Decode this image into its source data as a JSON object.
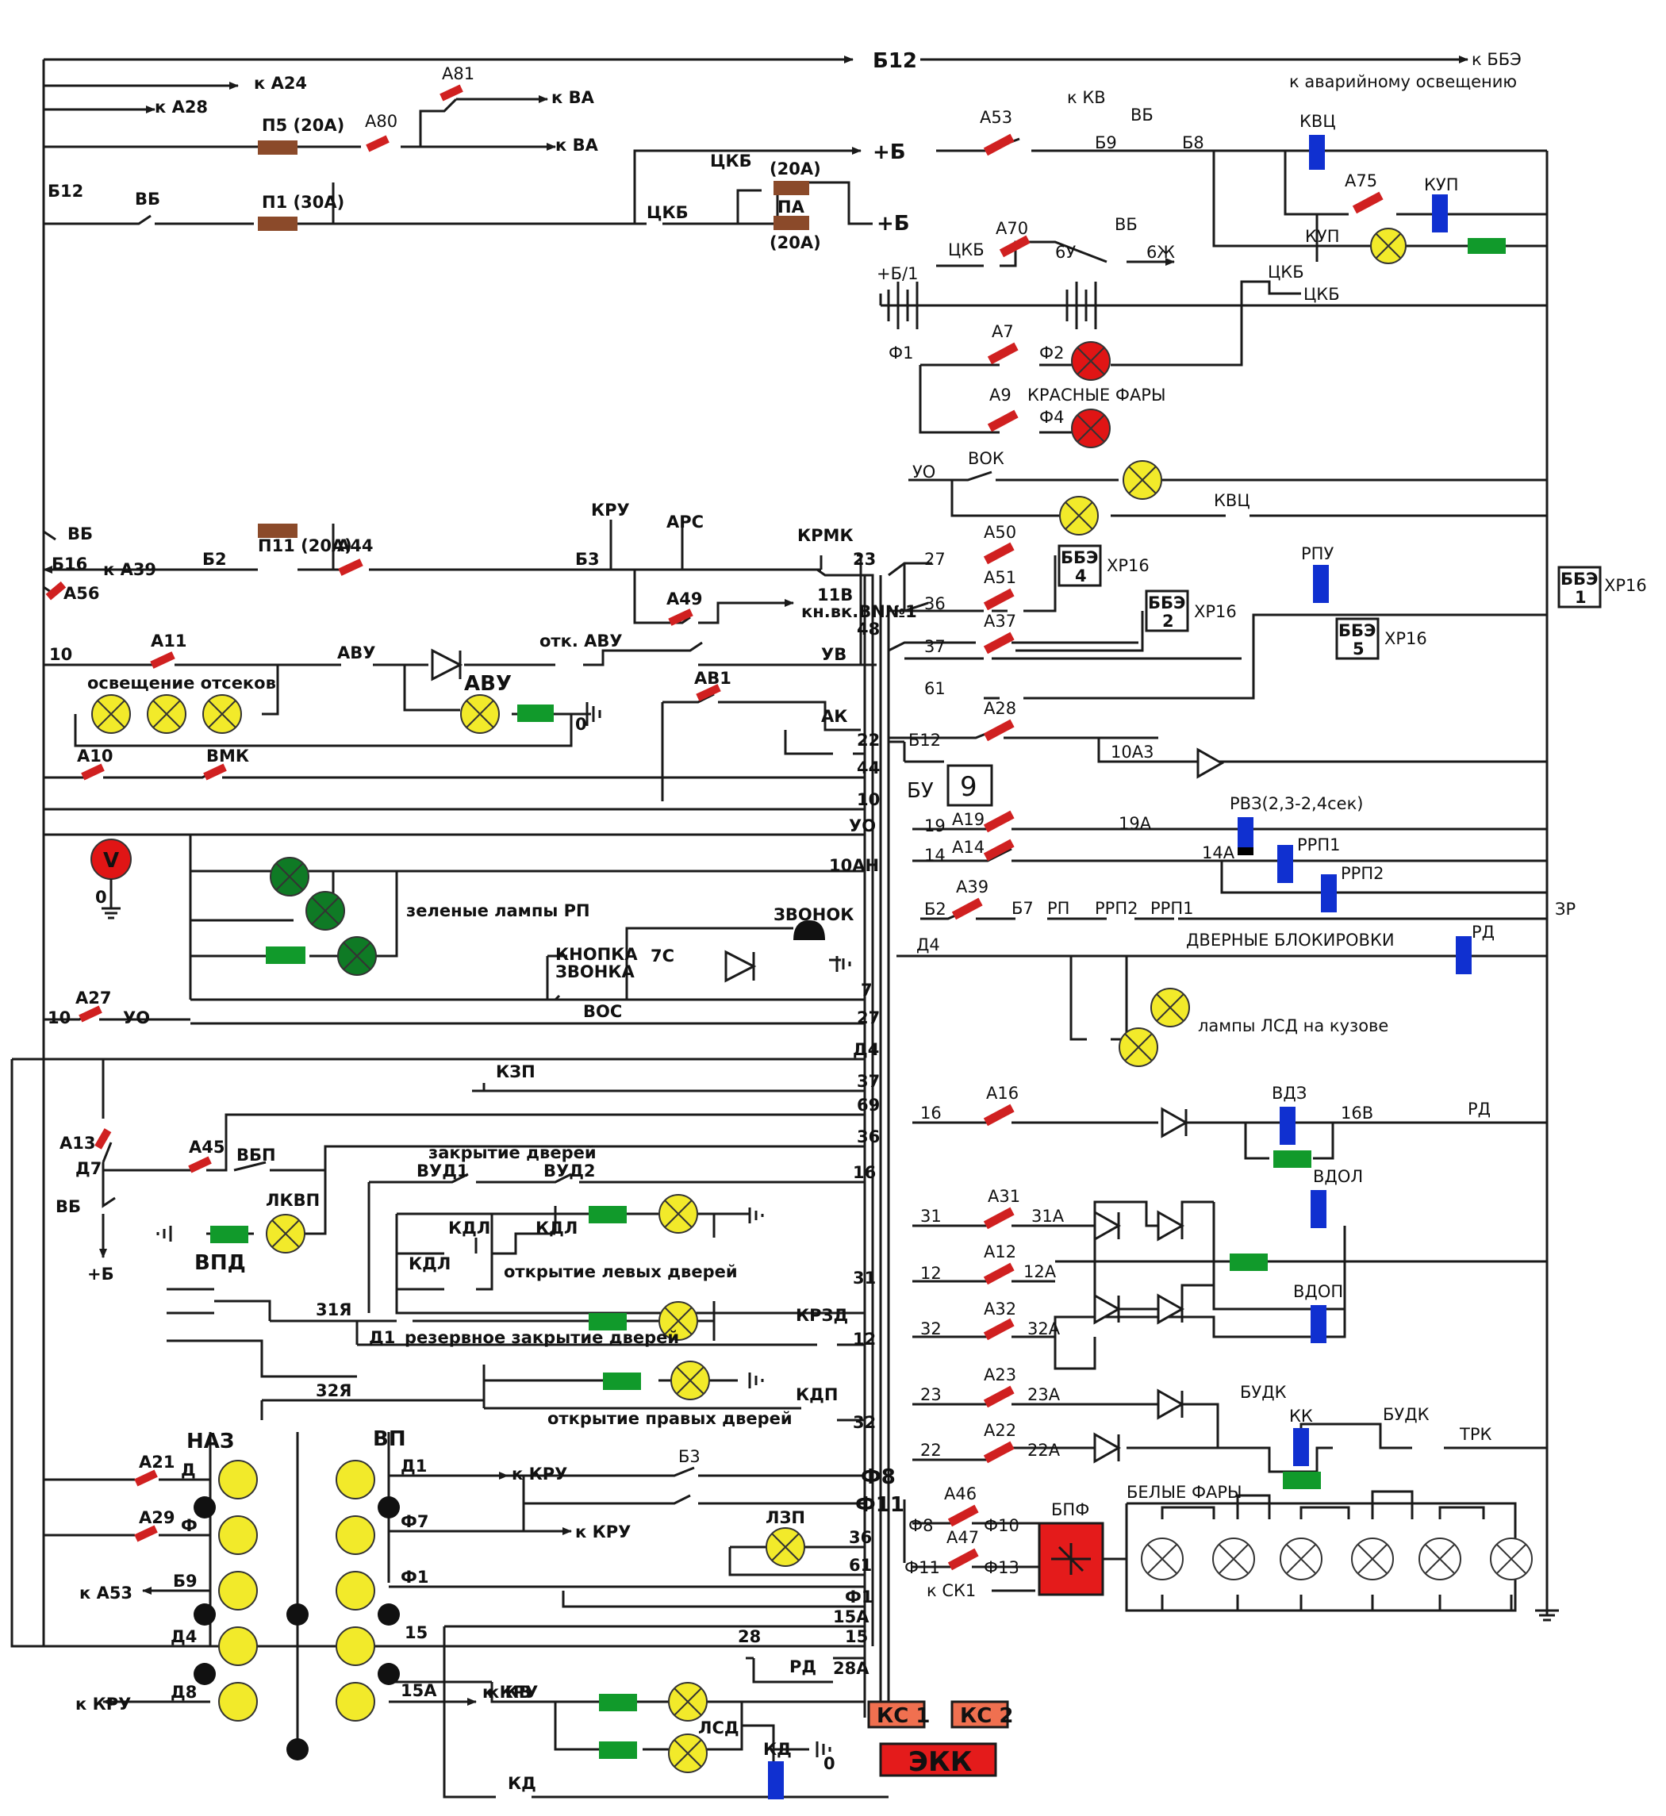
{
  "colors": {
    "wire": "#1a1a1a",
    "fuse": "#8b4a2a",
    "breaker": "#d02020",
    "relay_coil": "#1030d0",
    "green": "#119a2b",
    "lamp_yellow": "#f2ea2a",
    "lamp_red": "#e01515",
    "lamp_green": "#0f7a25",
    "block_red": "#e41b1b",
    "ks_box": "#f07050"
  },
  "top": {
    "b12": "Б12",
    "bbe": "к ББЭ",
    "emergency": "к аварийному освещению",
    "k_a24": "к А24",
    "k_a28": "к А28",
    "a81": "А81",
    "k_va1": "к ВА",
    "k_va2": "к ВА",
    "p5": "П5 (20А)",
    "a80": "А80",
    "b12_left": "Б12",
    "vb": "ВБ",
    "p1": "П1 (30А)",
    "tskb1": "ЦКБ",
    "tskb2": "ЦКБ",
    "f20a1": "(20А)",
    "pa": "ПА",
    "f20a2": "(20А)",
    "plus_b1": "+Б",
    "plus_b2": "+Б"
  },
  "right_top": {
    "a53": "А53",
    "k_kv": "к КВ",
    "vb": "ВБ",
    "b9": "Б9",
    "b8": "Б8",
    "kvts": "КВЦ",
    "a75": "А75",
    "kup1": "КУП",
    "kup2": "КУП",
    "a70": "А70",
    "tskb3": "ЦКБ",
    "vb2": "ВБ",
    "6u": "6У",
    "6zh": "6Ж",
    "plus_b1": "+Б/1",
    "tskb4": "ЦКБ",
    "tskb5": "ЦКБ",
    "f1": "Ф1",
    "a7": "А7",
    "f2": "Ф2",
    "a9": "А9",
    "red_lights": "КРАСНЫЕ ФАРЫ",
    "f4": "Ф4",
    "uo": "УО",
    "vok": "ВОК",
    "kvts2": "КВЦ"
  },
  "left_mid": {
    "vb": "ВБ",
    "b16": "Б16",
    "a56": "А56",
    "b2": "Б2",
    "p11": "П11 (20А)",
    "a44": "А44",
    "k_a39": "к А39",
    "kru": "КРУ",
    "ars": "АРС",
    "b3": "Б3",
    "krmk": "КРМК",
    "a49": "А49",
    "11v": "11В",
    "knvk": "кн.вк.ВN№1",
    "w23": "23",
    "w48": "48",
    "uv": "УВ",
    "w10a": "10",
    "a11": "А11",
    "avu1": "АВУ",
    "otk_avu": "отк. АВУ",
    "avu2": "АВУ",
    "compartment": "освещение отсеков",
    "ground0": "0",
    "av1": "АВ1",
    "ak": "АК",
    "w22": "22",
    "a10": "А10",
    "vmk": "ВМК",
    "w44": "44",
    "w10b": "10",
    "uo": "УО",
    "voltmeter": "V",
    "v0": "0",
    "w10ah": "10АН",
    "green_lamps": "зеленые лампы РП",
    "zvonok": "ЗВОНОК",
    "knopka": "КНОПКА",
    "zvonka": "ЗВОНКА",
    "7c": "7С",
    "w7": "7",
    "vos": "ВОС",
    "w10c": "10",
    "a27": "А27",
    "uo2": "УО",
    "w27": "27",
    "d4": "Д4"
  },
  "door": {
    "kzp": "КЗП",
    "w37": "37",
    "w69": "69",
    "w36": "36",
    "a13": "А13",
    "d7": "Д7",
    "a45": "А45",
    "vbp": "ВБП",
    "close_doors": "закрытие дверей",
    "vud1": "ВУД1",
    "vud2": "ВУД2",
    "w16": "16",
    "vb": "ВБ",
    "plus_b": "+Б",
    "lkvp": "ЛКВП",
    "kdl1": "КДЛ",
    "kdl2": "КДЛ",
    "kdl3": "КДЛ",
    "open_left": "открытие левых дверей",
    "w31": "31",
    "vpd": "ВПД",
    "31ya": "31Я",
    "d1": "Д1",
    "reserve_close": "резервное закрытие дверей",
    "krzd": "КРЗД",
    "w12": "12",
    "32ya": "32Я",
    "open_right": "открытие правых дверей",
    "kdp": "КДП",
    "w32": "32"
  },
  "bottom": {
    "naz": "НАЗ",
    "vp": "ВП",
    "a21": "А21",
    "d": "Д",
    "a29": "А29",
    "f": "Ф",
    "k_a53": "к А53",
    "b9": "Б9",
    "d4": "Д4",
    "d8": "Д8",
    "k_kru1": "к КРУ",
    "d1": "Д1",
    "k_kru2": "к КРУ",
    "f7": "Ф7",
    "f1": "Ф1",
    "w15": "15",
    "w15a": "15А",
    "k_kru3": "к КРУ",
    "k_kru4": "к КРУ",
    "b3": "Б3",
    "f8": "Ф8",
    "f11": "Ф11",
    "lzp": "ЛЗП",
    "w36": "36",
    "w61": "61",
    "f1b": "Ф1",
    "w15a2": "15А",
    "w15b": "15",
    "w28": "28",
    "rd": "РД",
    "w28a": "28А",
    "k_kv": "к КВ",
    "lsd": "ЛСД",
    "kd1": "КД",
    "kd2": "КД",
    "ground0": "0",
    "ks1": "КС 1",
    "ks2": "КС 2",
    "ekk": "ЭКК"
  },
  "right_mid": {
    "w27": "27",
    "a50": "А50",
    "bbe4": "ББЭ",
    "n4": "4",
    "xp16a": "ХР16",
    "w36": "36",
    "a51": "А51",
    "bbe2": "ББЭ",
    "n2": "2",
    "xp16b": "ХР16",
    "rpu": "РПУ",
    "bbe1": "ББЭ",
    "n1": "1",
    "xp16c": "ХР16",
    "w37": "37",
    "a37": "А37",
    "bbe5": "ББЭ",
    "n5": "5",
    "xp16d": "ХР16",
    "w61": "61",
    "a28": "А28",
    "b12": "Б12",
    "10a3": "10А3",
    "bu": "БУ",
    "bu9": "9",
    "rvz": "РВЗ(2,3-2,4сек)",
    "w19": "19",
    "a19": "А19",
    "19a": "19А",
    "w14": "14",
    "a14": "А14",
    "rrp1": "РРП1",
    "14a": "14А",
    "rrp2": "РРП2",
    "a39": "А39",
    "b2": "Б2",
    "b7": "Б7",
    "rp": "РП",
    "rrp2b": "РРП2",
    "rrp1b": "РРП1",
    "zr": "ЗР",
    "d4": "Д4",
    "door_locks": "ДВЕРНЫЕ БЛОКИРОВКИ",
    "rd": "РД",
    "lsd_lamps": "лампы ЛСД на кузове"
  },
  "right_bottom": {
    "w16": "16",
    "a16": "А16",
    "vdz": "ВДЗ",
    "16v": "16В",
    "rd": "РД",
    "w31": "31",
    "a31": "А31",
    "31a": "31А",
    "vdol": "ВДОЛ",
    "w12": "12",
    "a12": "А12",
    "12a": "12А",
    "w32": "32",
    "a32": "А32",
    "32a": "32А",
    "vdop": "ВДОП",
    "w23": "23",
    "a23": "А23",
    "23a": "23А",
    "budk1": "БУДК",
    "kk": "КК",
    "budk2": "БУДК",
    "w22": "22",
    "a22": "А22",
    "22a": "22А",
    "trk": "ТРК",
    "a46": "А46",
    "f8": "Ф8",
    "f10": "Ф10",
    "bpf": "БПФ",
    "white_lights": "БЕЛЫЕ ФАРЫ",
    "a47": "А47",
    "f11": "Ф11",
    "f13": "Ф13",
    "k_sk1": "к СК1"
  }
}
